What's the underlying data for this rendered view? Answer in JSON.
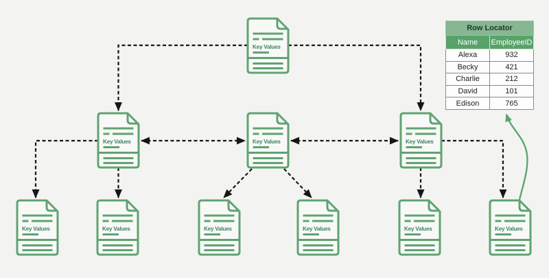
{
  "diagram": {
    "node_label": "Key Values",
    "node_icon": "document-with-folded-corner-icon",
    "structure": {
      "root_count": 1,
      "internal_count": 3,
      "leaf_count": 6
    }
  },
  "row_locator_table": {
    "title": "Row Locator",
    "columns": [
      "Name",
      "EmployeeID"
    ],
    "rows": [
      [
        "Alexa",
        "932"
      ],
      [
        "Becky",
        "421"
      ],
      [
        "Charlie",
        "212"
      ],
      [
        "David",
        "101"
      ],
      [
        "Edison",
        "765"
      ]
    ]
  },
  "colors": {
    "background": "#f3f4f2",
    "doc_stroke": "#5fa372",
    "doc_label_text": "#3e8465",
    "connector": "#161616",
    "locator_arrow": "#5fa372",
    "table_title_bg": "#86b692",
    "table_title_text": "#24382b",
    "table_header_bg": "#57a369",
    "table_header_text": "#ffffff",
    "table_body_bg": "#fdfdfd",
    "table_body_text": "#1d1d1d",
    "table_border": "#8a8a8a"
  }
}
